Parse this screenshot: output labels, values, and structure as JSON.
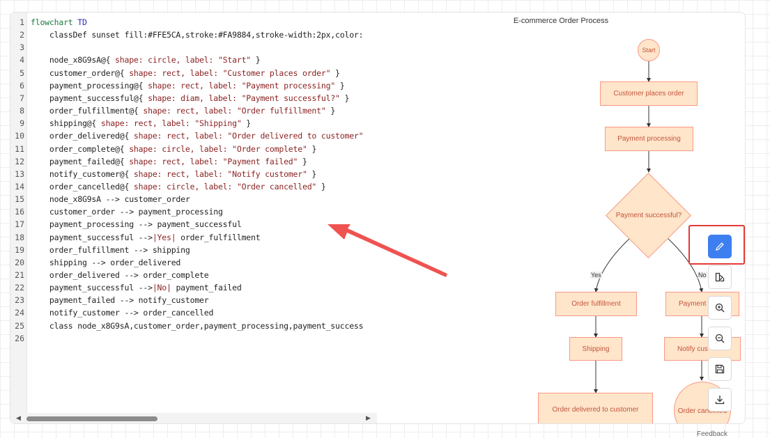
{
  "editor": {
    "line_numbers": [
      "1",
      "2",
      "3",
      "4",
      "5",
      "6",
      "7",
      "8",
      "9",
      "10",
      "11",
      "12",
      "13",
      "14",
      "15",
      "16",
      "17",
      "18",
      "19",
      "20",
      "21",
      "22",
      "23",
      "24",
      "25",
      "26"
    ],
    "lines": [
      [
        {
          "t": "flowchart ",
          "c": "kw"
        },
        {
          "t": "TD",
          "c": "kw2"
        }
      ],
      [
        {
          "t": "    classDef sunset fill:#FFE5CA,stroke:#FA9884,stroke-width:2px,color:"
        }
      ],
      [],
      [
        {
          "t": "    node_x8G9sA@{ "
        },
        {
          "t": "shape: circle, label: \"Start\" ",
          "c": "str"
        },
        {
          "t": "}"
        }
      ],
      [
        {
          "t": "    customer_order@{ "
        },
        {
          "t": "shape: rect, label: \"Customer places order\" ",
          "c": "str"
        },
        {
          "t": "}"
        }
      ],
      [
        {
          "t": "    payment_processing@{ "
        },
        {
          "t": "shape: rect, label: \"Payment processing\" ",
          "c": "str"
        },
        {
          "t": "}"
        }
      ],
      [
        {
          "t": "    payment_successful@{ "
        },
        {
          "t": "shape: diam, label: \"Payment successful?\" ",
          "c": "str"
        },
        {
          "t": "}"
        }
      ],
      [
        {
          "t": "    order_fulfillment@{ "
        },
        {
          "t": "shape: rect, label: \"Order fulfillment\" ",
          "c": "str"
        },
        {
          "t": "}"
        }
      ],
      [
        {
          "t": "    shipping@{ "
        },
        {
          "t": "shape: rect, label: \"Shipping\" ",
          "c": "str"
        },
        {
          "t": "}"
        }
      ],
      [
        {
          "t": "    order_delivered@{ "
        },
        {
          "t": "shape: rect, label: \"Order delivered to customer\"",
          "c": "str"
        }
      ],
      [
        {
          "t": "    order_complete@{ "
        },
        {
          "t": "shape: circle, label: \"Order complete\" ",
          "c": "str"
        },
        {
          "t": "}"
        }
      ],
      [
        {
          "t": "    payment_failed@{ "
        },
        {
          "t": "shape: rect, label: \"Payment failed\" ",
          "c": "str"
        },
        {
          "t": "}"
        }
      ],
      [
        {
          "t": "    notify_customer@{ "
        },
        {
          "t": "shape: rect, label: \"Notify customer\" ",
          "c": "str"
        },
        {
          "t": "}"
        }
      ],
      [
        {
          "t": "    order_cancelled@{ "
        },
        {
          "t": "shape: circle, label: \"Order cancelled\" ",
          "c": "str"
        },
        {
          "t": "}"
        }
      ],
      [
        {
          "t": "    node_x8G9sA --> customer_order"
        }
      ],
      [
        {
          "t": "    customer_order --> payment_processing"
        }
      ],
      [
        {
          "t": "    payment_processing --> payment_successful"
        }
      ],
      [
        {
          "t": "    payment_successful -->"
        },
        {
          "t": "|Yes|",
          "c": "str"
        },
        {
          "t": " order_fulfillment"
        }
      ],
      [
        {
          "t": "    order_fulfillment --> shipping"
        }
      ],
      [
        {
          "t": "    shipping --> order_delivered"
        }
      ],
      [
        {
          "t": "    order_delivered --> order_complete"
        }
      ],
      [
        {
          "t": "    payment_successful -->"
        },
        {
          "t": "|No|",
          "c": "str"
        },
        {
          "t": " payment_failed"
        }
      ],
      [
        {
          "t": "    payment_failed --> notify_customer"
        }
      ],
      [
        {
          "t": "    notify_customer --> order_cancelled"
        }
      ],
      [
        {
          "t": "    class node_x8G9sA,customer_order,payment_processing,payment_success"
        }
      ],
      []
    ]
  },
  "preview": {
    "title": "E-commerce Order Process",
    "nodes": {
      "start": "Start",
      "customer_order": "Customer places order",
      "payment_processing": "Payment processing",
      "payment_successful": "Payment successful?",
      "order_fulfillment": "Order fulfillment",
      "shipping": "Shipping",
      "order_delivered": "Order delivered to customer",
      "payment_failed": "Payment",
      "notify_customer": "Notify cus",
      "order_cancelled": "Order cancelled"
    },
    "edge_labels": {
      "yes": "Yes",
      "no": "No"
    }
  },
  "toolbar": [
    {
      "name": "edit-button",
      "icon": "pencil-icon",
      "primary": true
    },
    {
      "name": "theme-button",
      "icon": "palette-icon",
      "primary": false
    },
    {
      "name": "zoom-in-button",
      "icon": "zoom-in-icon",
      "primary": false
    },
    {
      "name": "zoom-out-button",
      "icon": "zoom-out-icon",
      "primary": false
    },
    {
      "name": "save-button",
      "icon": "save-icon",
      "primary": false
    },
    {
      "name": "download-button",
      "icon": "download-icon",
      "primary": false
    }
  ],
  "footer": {
    "text": "Feedback"
  },
  "colors": {
    "node_fill": "#FFE5CA",
    "node_stroke": "#FA9884",
    "accent": "#3d7ff0",
    "annotation": "#e53935"
  }
}
